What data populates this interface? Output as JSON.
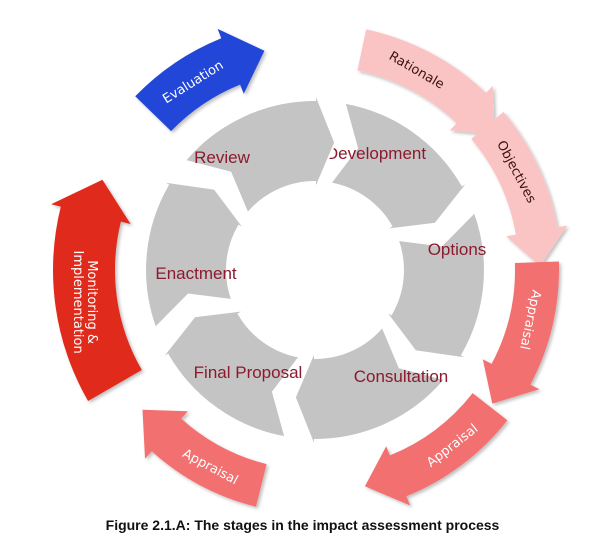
{
  "caption": "Figure 2.1.A: The stages in the impact assessment process",
  "inner_ring": {
    "color": "#c4c4c4",
    "stages": [
      "Development",
      "Options",
      "Consultation",
      "Final Proposal",
      "Enactment",
      "Review"
    ]
  },
  "outer_arrows": [
    {
      "label": "Rationale",
      "color": "#fbc4c4",
      "text_color": "#3a1010"
    },
    {
      "label": "Objectives",
      "color": "#fbc4c4",
      "text_color": "#3a1010"
    },
    {
      "label": "Appraisal",
      "color": "#f37070",
      "text_color": "#ffffff"
    },
    {
      "label": "Appraisal",
      "color": "#f37070",
      "text_color": "#ffffff"
    },
    {
      "label": "Appraisal",
      "color": "#f37070",
      "text_color": "#ffffff"
    },
    {
      "label": "Monitoring &\nImplementation",
      "color": "#e02a1c",
      "text_color": "#ffffff"
    },
    {
      "label": "Evaluation",
      "color": "#2347d8",
      "text_color": "#ffffff"
    }
  ]
}
